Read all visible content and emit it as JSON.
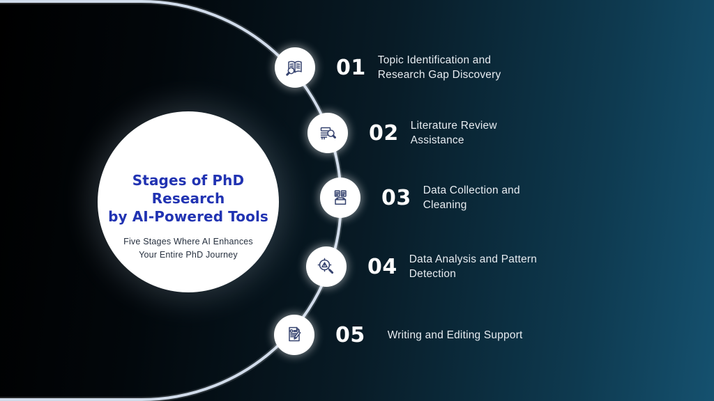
{
  "page": {
    "background_left_color": "#000000",
    "background_right_color": "#15516f",
    "arc_color": "#c9d6e8"
  },
  "center": {
    "title_line1": "Stages of PhD Research",
    "title_line2": "by AI-Powered Tools",
    "subtitle_line1": "Five Stages Where AI Enhances",
    "subtitle_line2": "Your Entire PhD Journey",
    "title_color": "#2133b2"
  },
  "stages": [
    {
      "number": "01",
      "icon": "book-magnifier-icon",
      "lines": [
        "Topic Identification and",
        "Research Gap Discovery"
      ]
    },
    {
      "number": "02",
      "icon": "document-magnifier-icon",
      "lines": [
        "Literature Review",
        "Assistance"
      ]
    },
    {
      "number": "03",
      "icon": "documents-box-icon",
      "lines": [
        "Data Collection and",
        "Cleaning"
      ]
    },
    {
      "number": "04",
      "icon": "magnifier-target-icon",
      "lines": [
        "Data Analysis and Pattern",
        "Detection"
      ]
    },
    {
      "number": "05",
      "icon": "document-pencil-icon",
      "lines": [
        "Writing and Editing Support"
      ]
    }
  ]
}
